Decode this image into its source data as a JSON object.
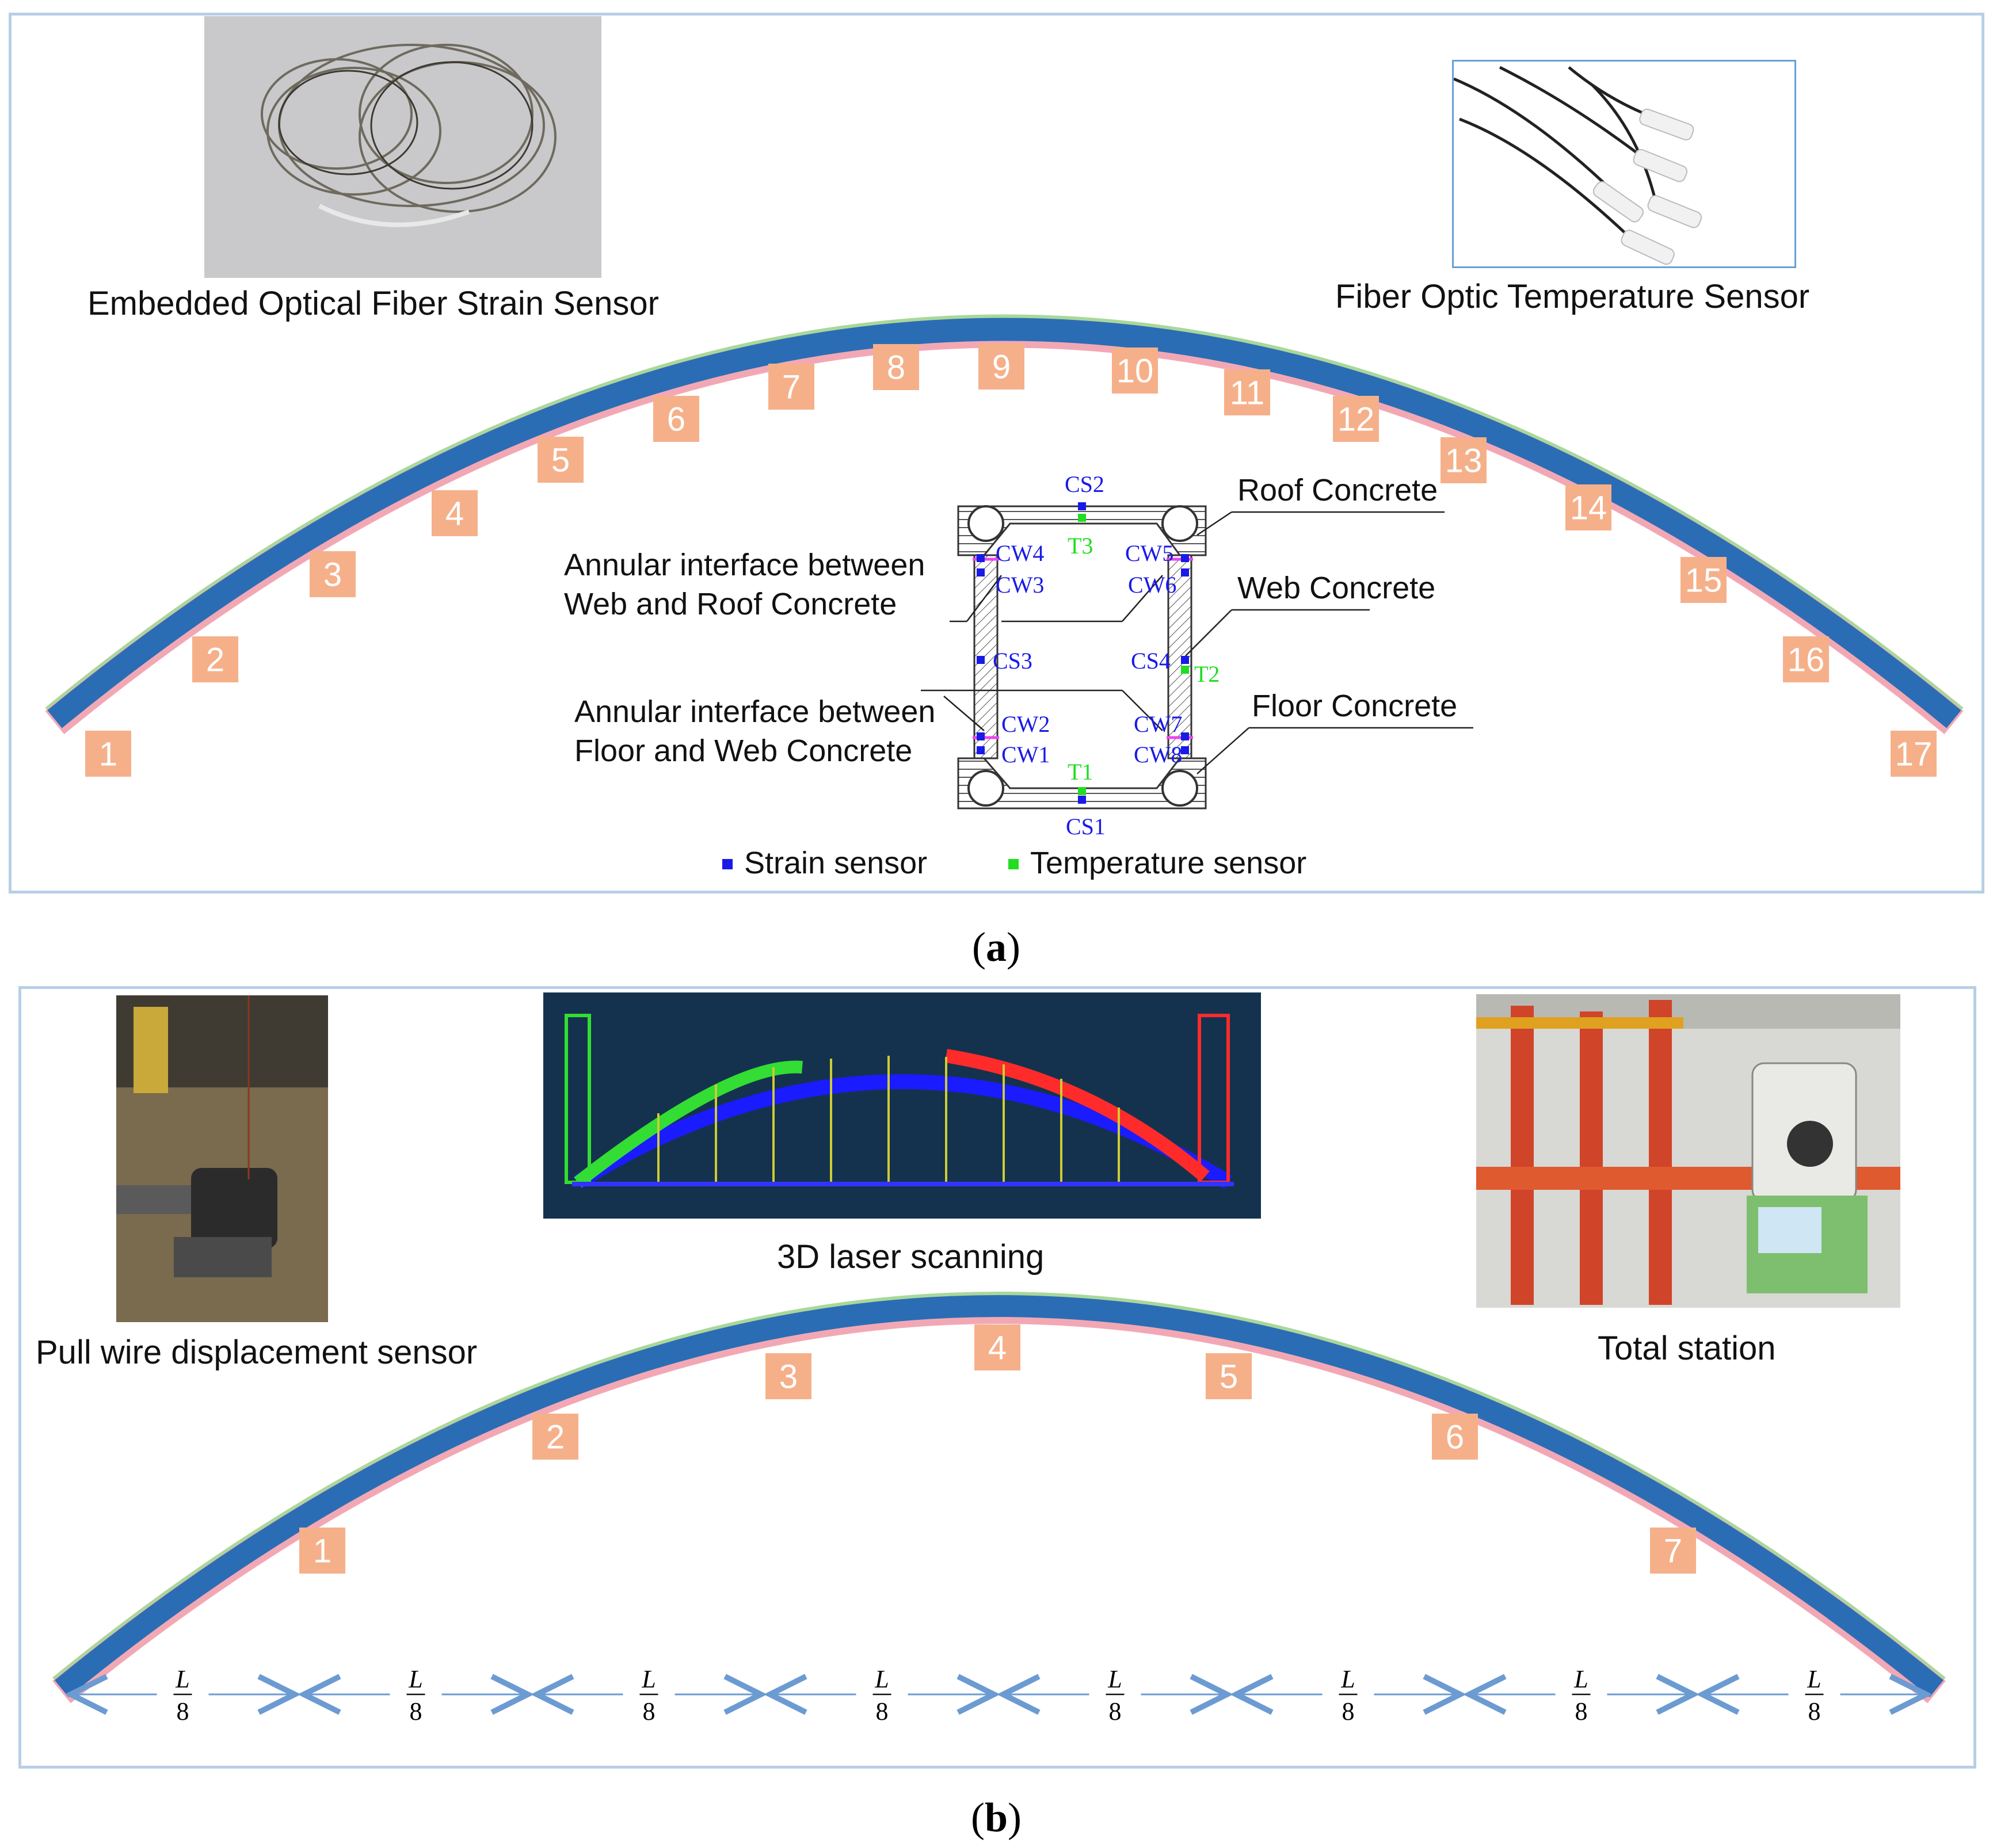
{
  "panel_a": {
    "caption": "(a)",
    "photo_strain_label": "Embedded Optical Fiber Strain Sensor",
    "photo_temp_label": "Fiber Optic Temperature Sensor",
    "section_numbers": [
      "1",
      "2",
      "3",
      "4",
      "5",
      "6",
      "7",
      "8",
      "9",
      "10",
      "11",
      "12",
      "13",
      "14",
      "15",
      "16",
      "17"
    ],
    "cross_section": {
      "labels": {
        "roof": "Roof Concrete",
        "web": "Web Concrete",
        "floor": "Floor Concrete",
        "web_roof_1": "Annular interface between",
        "web_roof_2": "Web and Roof Concrete",
        "floor_web_1": "Annular interface between",
        "floor_web_2": "Floor and Web Concrete"
      },
      "sensors": {
        "cs1": "CS1",
        "cs2": "CS2",
        "cs3": "CS3",
        "cs4": "CS4",
        "cw1": "CW1",
        "cw2": "CW2",
        "cw3": "CW3",
        "cw4": "CW4",
        "cw5": "CW5",
        "cw6": "CW6",
        "cw7": "CW7",
        "cw8": "CW8",
        "t1": "T1",
        "t2": "T2",
        "t3": "T3"
      }
    },
    "legend": {
      "strain": "Strain sensor",
      "temperature": "Temperature sensor"
    },
    "colors": {
      "strain": "#1a1ae6",
      "temperature": "#22dd22"
    }
  },
  "panel_b": {
    "caption": "(b)",
    "photo_wire_label": "Pull wire displacement sensor",
    "photo_scan_label": "3D laser scanning",
    "photo_station_label": "Total station",
    "point_numbers": [
      "1",
      "2",
      "3",
      "4",
      "5",
      "6",
      "7"
    ],
    "span_fraction": {
      "numerator": "L",
      "denominator": "8"
    }
  },
  "colors": {
    "arch_blue": "#2a6db5",
    "arch_green": "#a8d89a",
    "arch_pink": "#f2a8b4",
    "marker_bg": "#f5b08a",
    "marker_text": "#ffffff",
    "panel_border": "#b7cfe6",
    "dimension_line": "#6c9bd2"
  }
}
